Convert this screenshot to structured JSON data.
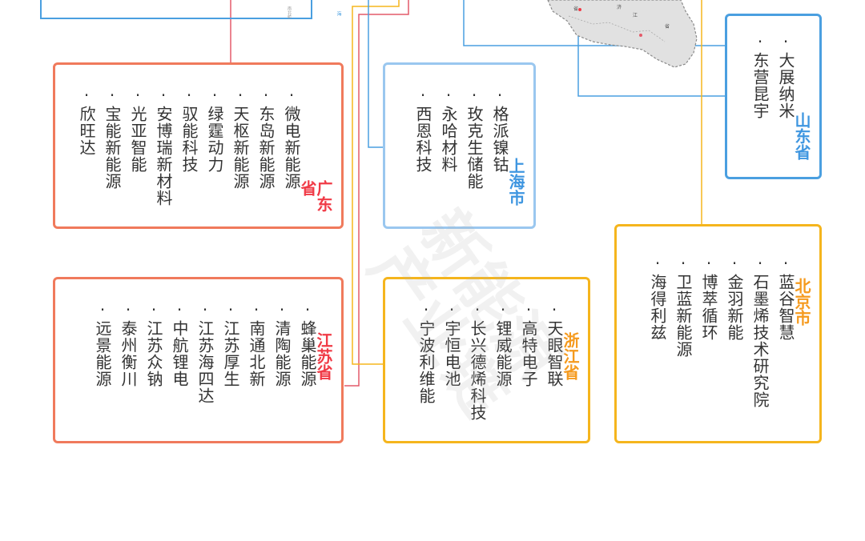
{
  "map": {
    "side_label": "海",
    "small_label": "南北航",
    "city_labels": [
      "省",
      "江",
      "省",
      "济"
    ]
  },
  "colors": {
    "guangdong": "#f07a5c",
    "shanghai": "#4a9fe0",
    "shandong": "#4a9fe0",
    "beijing": "#f5b51d",
    "jiangsu": "#f07a5c",
    "zhejiang": "#f5b51d",
    "title_red": "#f03a46",
    "title_blue": "#3f96e0",
    "title_orange": "#f59a1e"
  },
  "regions": {
    "shandong": {
      "title": "山东省",
      "items": [
        "大展纳米",
        "东营昆宇"
      ]
    },
    "shanghai": {
      "title": "上海市",
      "items": [
        "格派镍钴",
        "玫克生储能",
        "永哈材料",
        "西恩科技"
      ]
    },
    "guangdong": {
      "title": "广东省",
      "items": [
        "微电新能源",
        "东岛新能源",
        "天枢新能源",
        "绿霆动力",
        "驭能科技",
        "安博瑞新材料",
        "光亚智能",
        "宝能新能源",
        "欣旺达"
      ]
    },
    "beijing": {
      "title": "北京市",
      "items": [
        "蓝谷智慧",
        "石墨烯技术研究院",
        "金羽新能",
        "博萃循环",
        "卫蓝新能源",
        "海得利兹"
      ]
    },
    "zhejiang": {
      "title": "浙江省",
      "items": [
        "天眼智联",
        "高特电子",
        "锂威能源",
        "长兴德烯科技",
        "宇恒电池",
        "宁波利维能"
      ]
    },
    "jiangsu": {
      "title": "江苏省",
      "items": [
        "蜂巢能源",
        "清陶能源",
        "南通北新",
        "江苏厚生",
        "江苏海四达",
        "中航锂电",
        "江苏众钠",
        "泰州衡川",
        "远景能源"
      ]
    }
  },
  "watermark": "新能源产业链"
}
